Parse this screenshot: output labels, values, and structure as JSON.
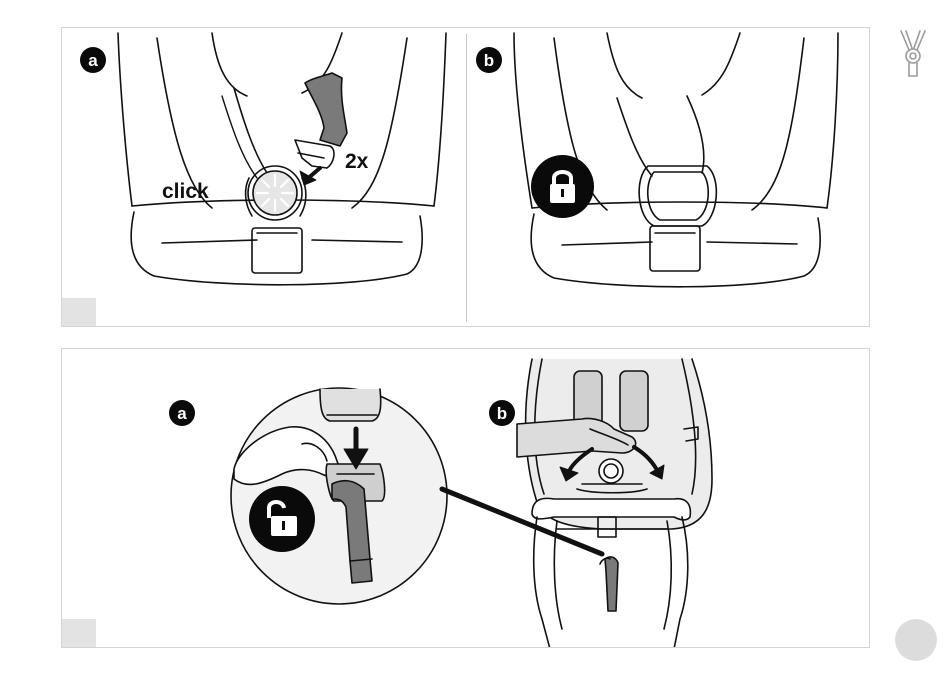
{
  "top_panel": {
    "left": {
      "step_label": "a",
      "click_label": "click",
      "count_label": "2x",
      "icon": "buckle-latch-icon"
    },
    "right": {
      "step_label": "b",
      "icon": "lock-closed-icon"
    }
  },
  "bottom_panel": {
    "left": {
      "step_label": "a",
      "icon": "lock-open-icon"
    },
    "right": {
      "step_label": "b",
      "icon": "stroller-harness-icon"
    }
  },
  "colors": {
    "ink": "#111111",
    "strap": "#7a7a7a",
    "panel_border": "#d4d4d4",
    "corner": "#e3e3e3"
  }
}
